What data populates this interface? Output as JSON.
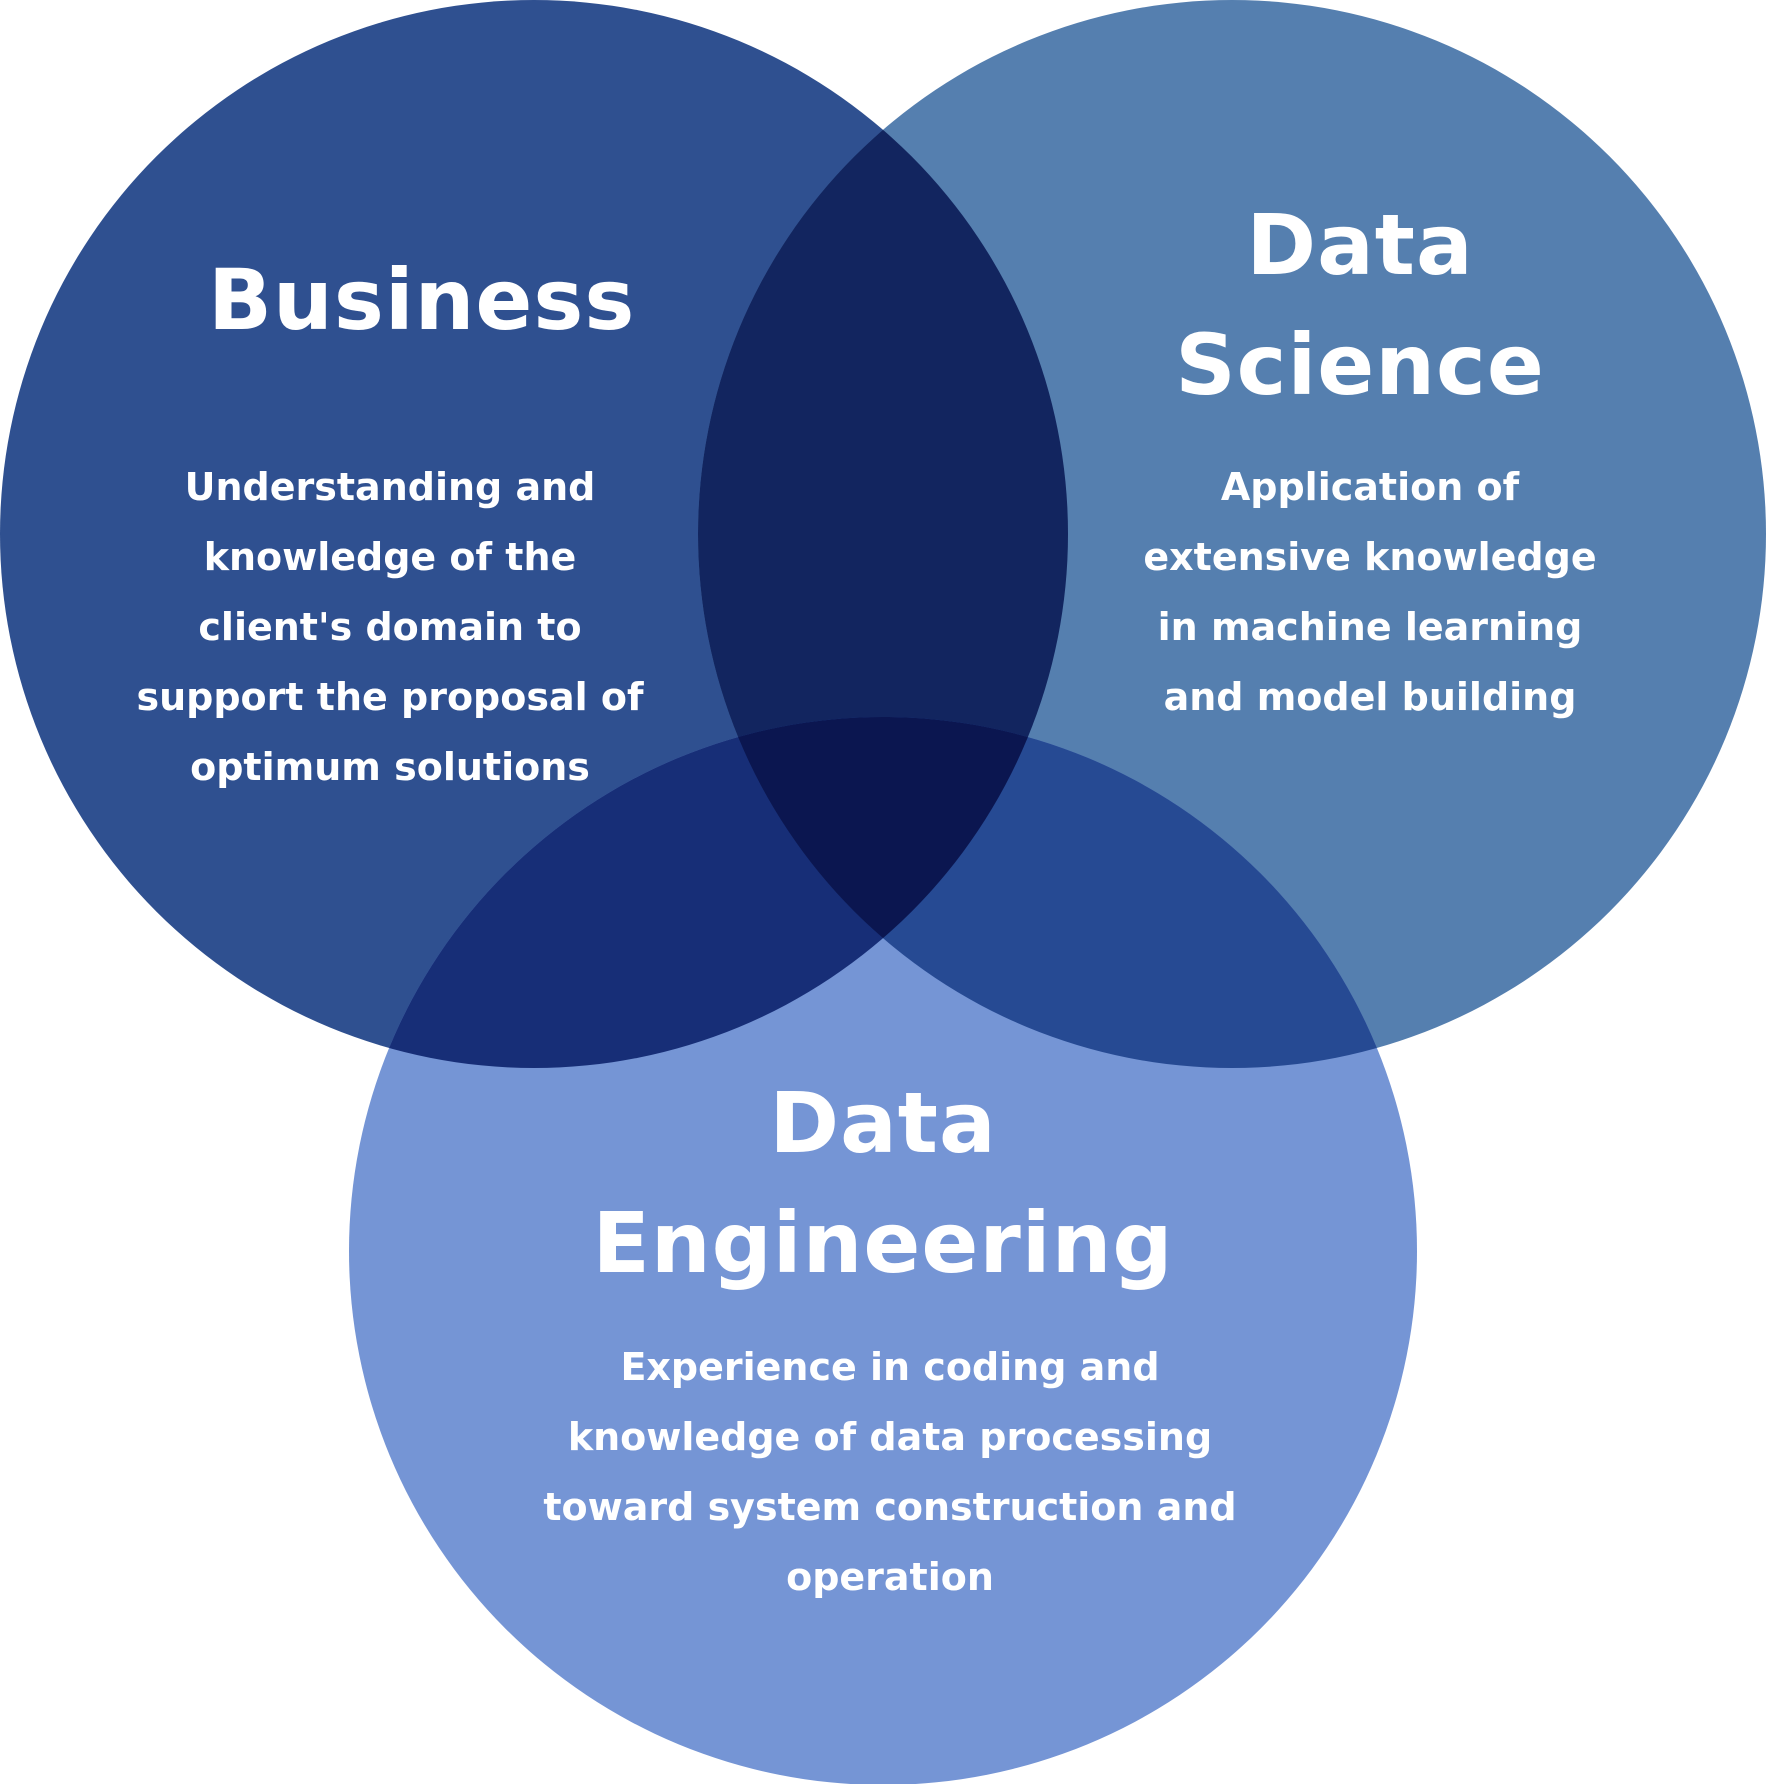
{
  "colors": {
    "background": "#ffffff",
    "business": "#2f5090",
    "data_science": "#557faf",
    "data_engineering": "#7595d5",
    "business_science": "#12255f",
    "business_engineering": "#172e77",
    "science_engineering": "#264a93",
    "center": "#0b1650",
    "text": "#ffffff"
  },
  "circles": {
    "business": {
      "title": [
        "Business"
      ],
      "description": [
        "Understanding and",
        "knowledge of the",
        "client's domain to",
        "support the proposal of",
        "optimum solutions"
      ]
    },
    "data_science": {
      "title": [
        "Data",
        "Science"
      ],
      "description": [
        "Application of",
        "extensive knowledge",
        "in machine learning",
        "and model building"
      ]
    },
    "data_engineering": {
      "title": [
        "Data",
        "Engineering"
      ],
      "description": [
        "Experience in coding and",
        "knowledge of data processing",
        "toward system construction and",
        "operation"
      ]
    }
  }
}
